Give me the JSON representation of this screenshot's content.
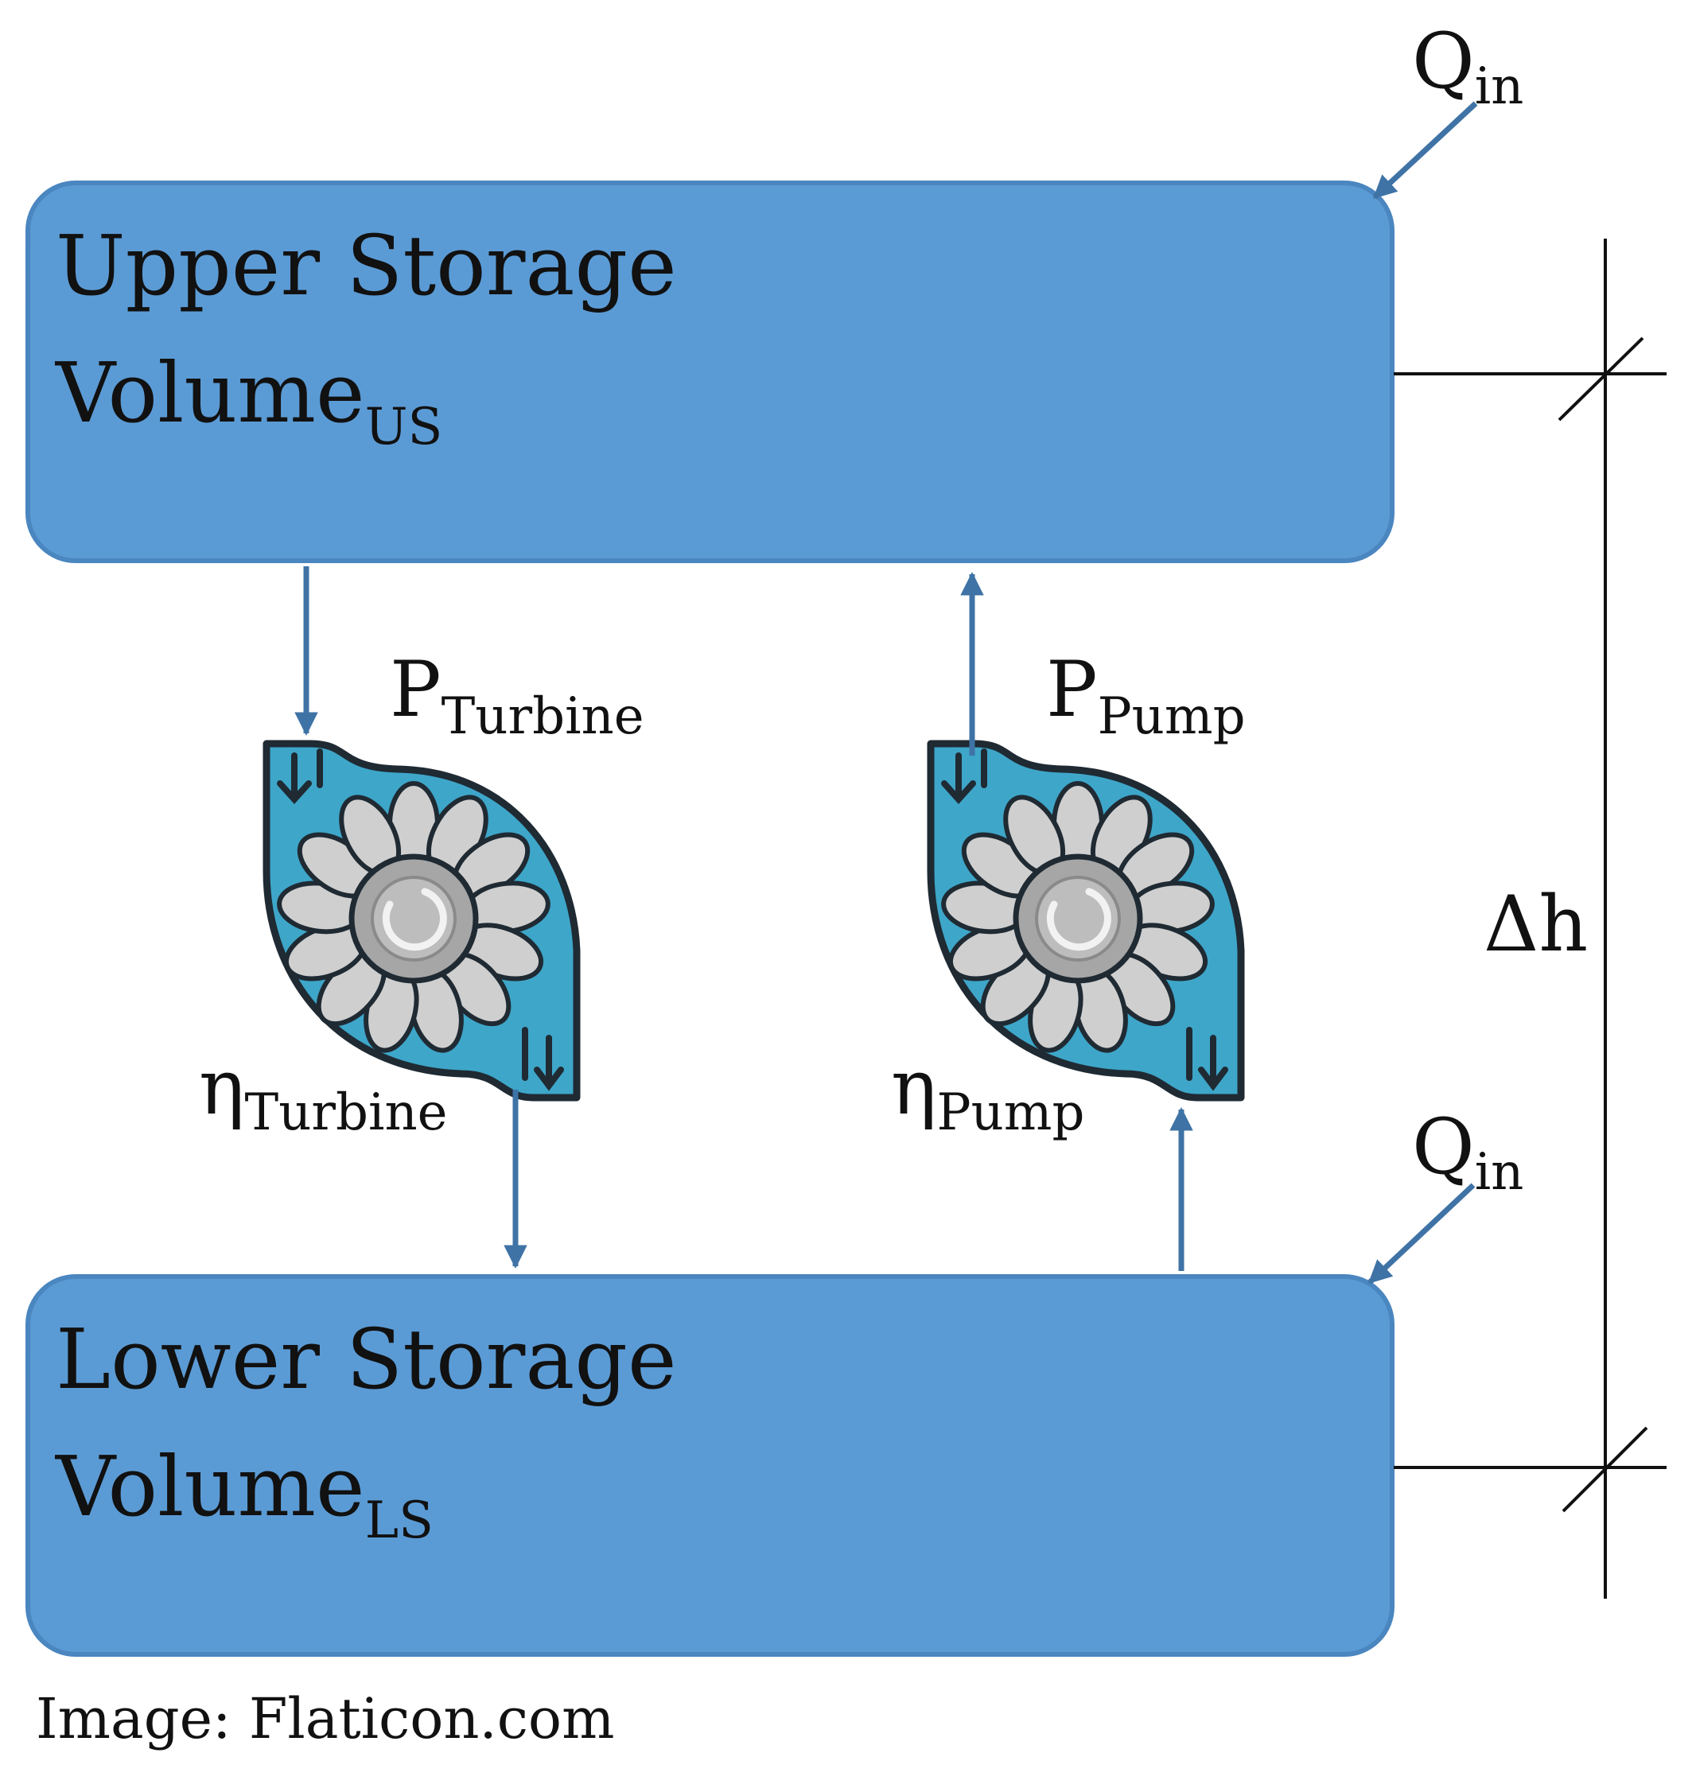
{
  "upper_storage": {
    "line1": "Upper Storage",
    "line2": "Volume",
    "subscript": "US"
  },
  "lower_storage": {
    "line1": "Lower Storage",
    "line2": "Volume",
    "subscript": "LS"
  },
  "turbine": {
    "power_symbol": "P",
    "power_sub": "Turbine",
    "eff_symbol": "η",
    "eff_sub": "Turbine",
    "icon": "water-turbine-icon"
  },
  "pump": {
    "power_symbol": "P",
    "power_sub": "Pump",
    "eff_symbol": "η",
    "eff_sub": "Pump",
    "icon": "water-pump-icon"
  },
  "inflow_upper": {
    "symbol": "Q",
    "sub": "in"
  },
  "inflow_lower": {
    "symbol": "Q",
    "sub": "in"
  },
  "head": {
    "label": "Δh"
  },
  "credit": "Image: Flaticon.com",
  "colors": {
    "box_fill": "#5b9bd5",
    "box_stroke": "#4a86bf",
    "arrow": "#3f73a6",
    "icon_water": "#3ea6c9",
    "icon_outline": "#1f2a33",
    "blade": "#cfcfcf",
    "hub": "#a6a6a6"
  }
}
